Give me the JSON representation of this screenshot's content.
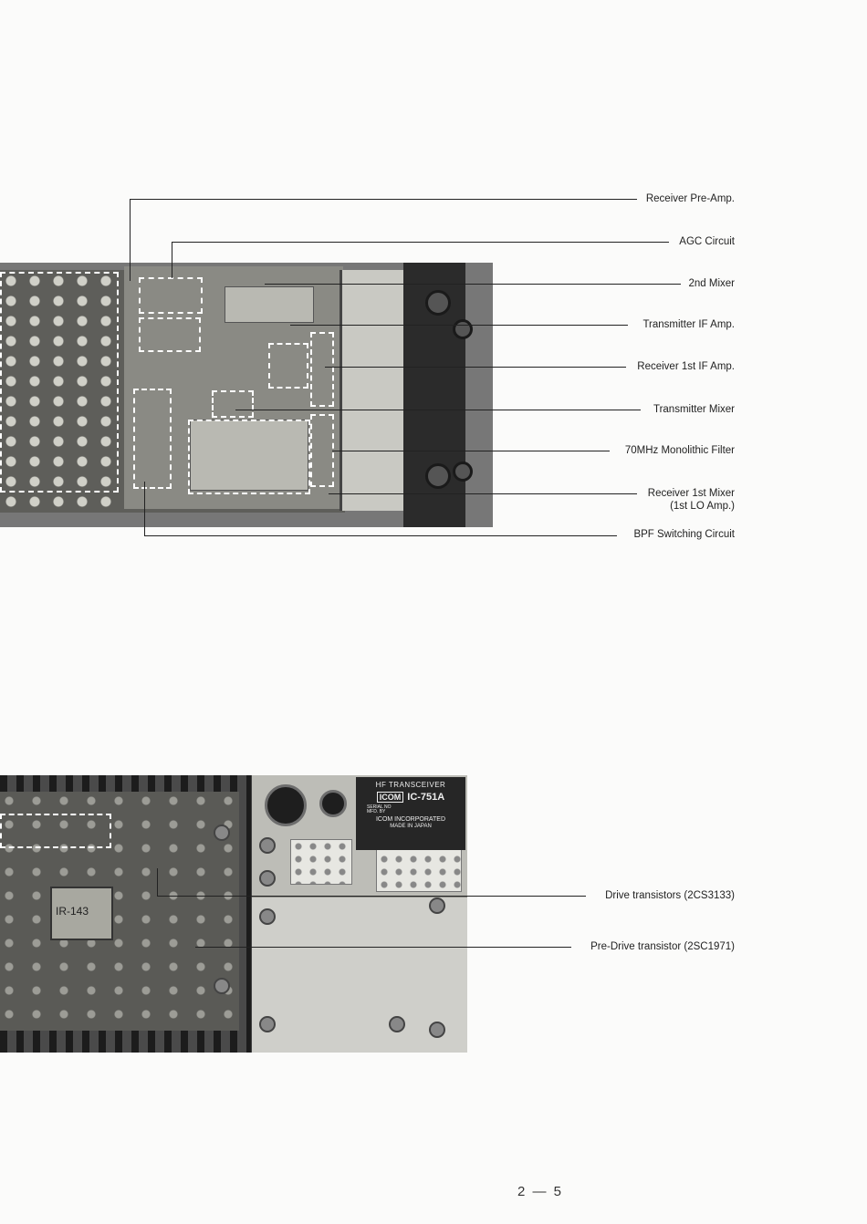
{
  "top_callouts": [
    "Receiver Pre-Amp.",
    "AGC Circuit",
    "2nd Mixer",
    "Transmitter IF Amp.",
    "Receiver 1st IF Amp.",
    "Transmitter Mixer",
    "70MHz Monolithic Filter",
    "Receiver 1st Mixer",
    "(1st LO Amp.)",
    "BPF Switching Circuit"
  ],
  "bottom_callouts": [
    "Drive transistors (2CS3133)",
    "Pre-Drive transistor (2SC1971)"
  ],
  "nameplate": {
    "type": "HF TRANSCEIVER",
    "brand": "ICOM",
    "model": "IC-751A",
    "serial_label": "SERIAL NO",
    "mfd_label": "MFD. BY",
    "company": "ICOM INCORPORATED",
    "origin": "MADE IN JAPAN"
  },
  "board_marking": "IR-143",
  "page_number": "2 — 5"
}
